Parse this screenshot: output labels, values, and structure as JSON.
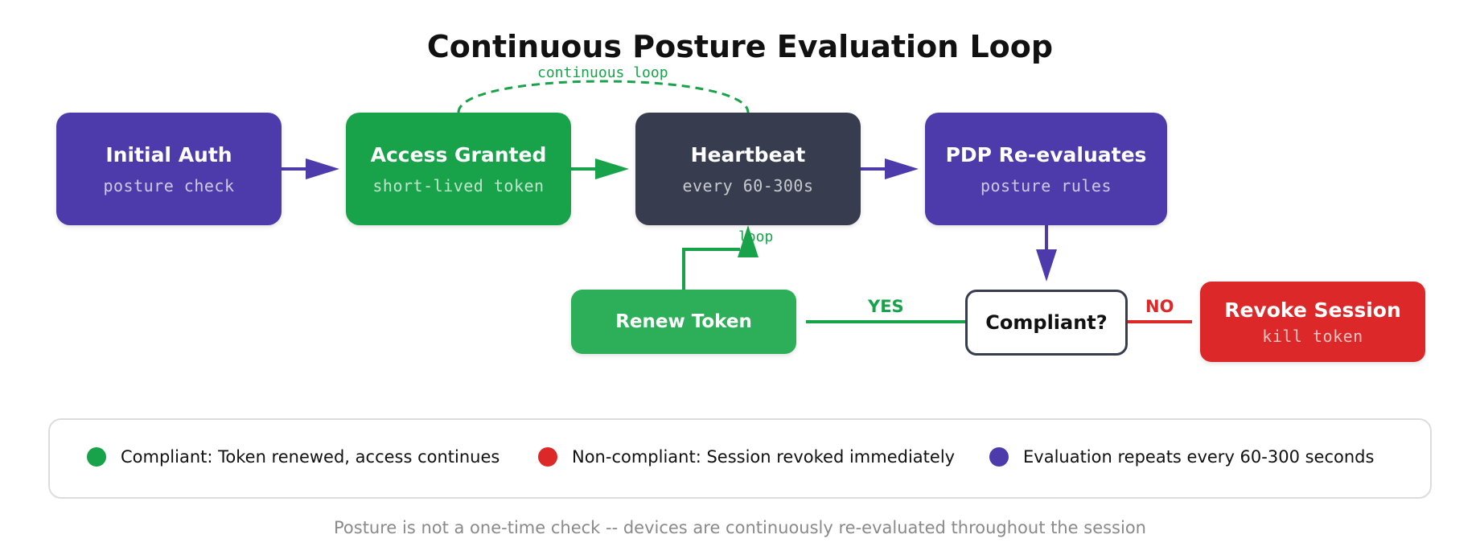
{
  "title": "Continuous Posture Evaluation Loop",
  "nodes": {
    "initial_auth": {
      "label": "Initial Auth",
      "sub": "posture check"
    },
    "access_granted": {
      "label": "Access Granted",
      "sub": "short-lived token"
    },
    "heartbeat": {
      "label": "Heartbeat",
      "sub": "every 60-300s"
    },
    "pdp": {
      "label": "PDP Re-evaluates",
      "sub": "posture rules"
    },
    "compliant": {
      "label": "Compliant?"
    },
    "renew": {
      "label": "Renew Token"
    },
    "revoke": {
      "label": "Revoke Session",
      "sub": "kill token"
    }
  },
  "edges": {
    "continuous_loop_label": "continuous loop",
    "loop_label": "loop",
    "yes_label": "YES",
    "no_label": "NO"
  },
  "legend": [
    {
      "text": "Compliant: Token renewed, access continues",
      "color": "#18a34a"
    },
    {
      "text": "Non-compliant: Session revoked immediately",
      "color": "#dc2828"
    },
    {
      "text": "Evaluation repeats every 60-300 seconds",
      "color": "#4d3aab"
    }
  ],
  "footnote": "Posture is not a one-time check -- devices are continuously re-evaluated throughout the session",
  "colors": {
    "purple": "#4d3aab",
    "green": "#18a34a",
    "dark": "#373d4f",
    "red": "#dc2828"
  }
}
